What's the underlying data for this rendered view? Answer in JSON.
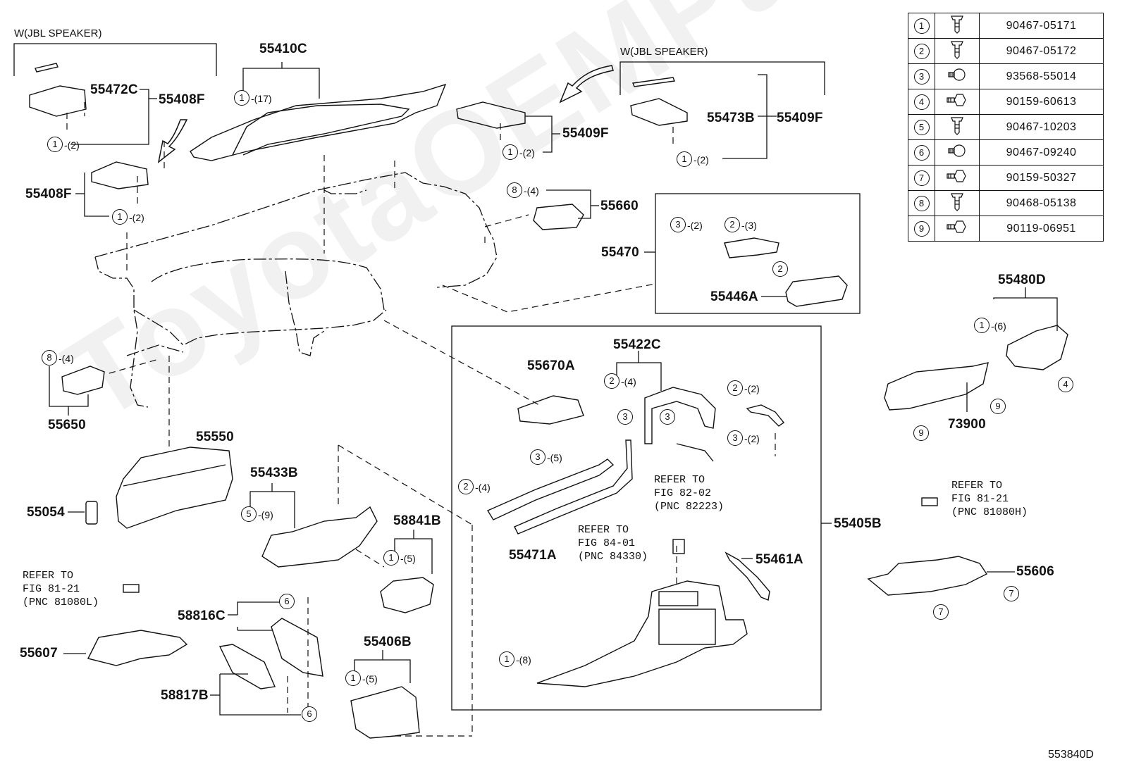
{
  "watermark": "ToyotaOEMParts",
  "drawing_code": "553840D",
  "headers": {
    "jbl_left": "W(JBL SPEAKER)",
    "jbl_right": "W(JBL SPEAKER)"
  },
  "part_labels": {
    "p55410C": "55410C",
    "p55472C": "55472C",
    "p55408F_a": "55408F",
    "p55408F_b": "55408F",
    "p55409F_a": "55409F",
    "p55473B": "55473B",
    "p55409F_b": "55409F",
    "p55660": "55660",
    "p55470": "55470",
    "p55446A": "55446A",
    "p55480D": "55480D",
    "p73900": "73900",
    "p55650": "55650",
    "p55550": "55550",
    "p55054": "55054",
    "p55433B": "55433B",
    "p58841B": "58841B",
    "p58816C": "58816C",
    "p55607": "55607",
    "p58817B": "58817B",
    "p55406B": "55406B",
    "p55670A": "55670A",
    "p55422C": "55422C",
    "p55471A": "55471A",
    "p55461A": "55461A",
    "p55405B": "55405B",
    "p55606": "55606"
  },
  "fastener_callouts": {
    "c_55410C_n": "1",
    "c_55410C_q": "-(17)",
    "c_55408F_n": "1",
    "c_55408F_q": "-(2)",
    "c_55408Fb_n": "1",
    "c_55408Fb_q": "-(2)",
    "c_55409F_n": "1",
    "c_55409F_q": "-(2)",
    "c_55409Fb_n": "1",
    "c_55409Fb_q": "-(2)",
    "c_55660_n": "8",
    "c_55660_q": "-(4)",
    "c_55470a_n": "3",
    "c_55470a_q": "-(2)",
    "c_55470b_n": "2",
    "c_55470b_q": "-(3)",
    "c_55446A_n": "2",
    "c_55480D_n": "1",
    "c_55480D_q": "-(6)",
    "c_55480D_4": "4",
    "c_73900_9a": "9",
    "c_73900_9b": "9",
    "c_55650_n": "8",
    "c_55650_q": "-(4)",
    "c_55433B_n": "5",
    "c_55433B_q": "-(9)",
    "c_58841B_n": "1",
    "c_58841B_q": "-(5)",
    "c_58816C_n": "6",
    "c_58817B_n": "6",
    "c_55406B_n": "1",
    "c_55406B_q": "-(5)",
    "c_55422C_n": "2",
    "c_55422C_q": "-(4)",
    "c_55422C_3a": "3",
    "c_55422C_3b": "3",
    "c_br_2_n": "2",
    "c_br_2_q": "-(2)",
    "c_br_3_n": "3",
    "c_br_3_q": "-(2)",
    "c_55471A_3_n": "3",
    "c_55471A_3_q": "-(5)",
    "c_55471A_2_n": "2",
    "c_55471A_2_q": "-(4)",
    "c_55405B_n": "1",
    "c_55405B_q": "-(8)",
    "c_55606_7a": "7",
    "c_55606_7b": "7"
  },
  "references": {
    "ref_82": "REFER TO\nFIG 82-02\n(PNC 82223)",
    "ref_84": "REFER TO\nFIG 84-01\n(PNC 84330)",
    "ref_81H": "REFER TO\nFIG 81-21\n(PNC 81080H)",
    "ref_81L": "REFER TO\nFIG 81-21\n(PNC 81080L)"
  },
  "fastener_table": [
    {
      "no": "1",
      "icon": "clip-icon",
      "part": "90467-05171"
    },
    {
      "no": "2",
      "icon": "clip-icon",
      "part": "90467-05172"
    },
    {
      "no": "3",
      "icon": "screw-icon",
      "part": "93568-55014"
    },
    {
      "no": "4",
      "icon": "bolt-icon",
      "part": "90159-60613"
    },
    {
      "no": "5",
      "icon": "clip-icon",
      "part": "90467-10203"
    },
    {
      "no": "6",
      "icon": "screw-icon",
      "part": "90467-09240"
    },
    {
      "no": "7",
      "icon": "bolt-icon",
      "part": "90159-50327"
    },
    {
      "no": "8",
      "icon": "clip-icon",
      "part": "90468-05138"
    },
    {
      "no": "9",
      "icon": "bolt-icon",
      "part": "90119-06951"
    }
  ]
}
